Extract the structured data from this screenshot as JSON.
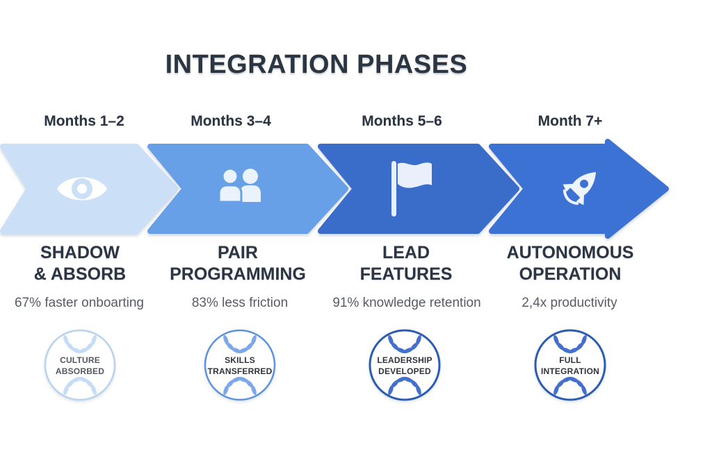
{
  "title": "INTEGRATION PHASES",
  "phases": [
    {
      "months": "Months 1–2",
      "name_line1": "SHADOW",
      "name_line2": "& ABSORB",
      "stat": "67% faster onboarting",
      "icon": "eye-icon",
      "arrow_color": "#cbdff6",
      "icon_color": "#ffffff",
      "badge_line1": "CULTURE",
      "badge_line2": "ABSORBED",
      "badge_border": "#b7d3f0",
      "laurel_color": "#c4dcf6",
      "badge_text_color": "#53575e"
    },
    {
      "months": "Months 3–4",
      "name_line1": "PAIR",
      "name_line2": "PROGRAMMING",
      "stat": "83% less friction",
      "icon": "pair-people-icon",
      "arrow_color": "#68a0e8",
      "icon_color": "#eaf2fc",
      "badge_line1": "SKILLS",
      "badge_line2": "TRANSFERRED",
      "badge_border": "#5d92df",
      "laurel_color": "#7ca8ea",
      "badge_text_color": "#2f343b"
    },
    {
      "months": "Months 5–6",
      "name_line1": "LEAD",
      "name_line2": "FEATURES",
      "stat": "91% knowledge retention",
      "icon": "flag-icon",
      "arrow_color": "#3a6cc9",
      "icon_color": "#e9f0fb",
      "badge_line1": "LEADERSHIP",
      "badge_line2": "DEVELOPED",
      "badge_border": "#2c5cb2",
      "laurel_color": "#4470cd",
      "badge_text_color": "#2f343b"
    },
    {
      "months": "Month 7+",
      "name_line1": "AUTONOMOUS",
      "name_line2": "OPERATION",
      "stat": "2,4x productivity",
      "icon": "rocket-icon",
      "arrow_color": "#3c72d4",
      "icon_color": "#eef4fc",
      "badge_line1": "FULL",
      "badge_line2": "INTEGRATION",
      "badge_border": "#2c5cb2",
      "laurel_color": "#4470cd",
      "badge_text_color": "#2f343b"
    }
  ]
}
